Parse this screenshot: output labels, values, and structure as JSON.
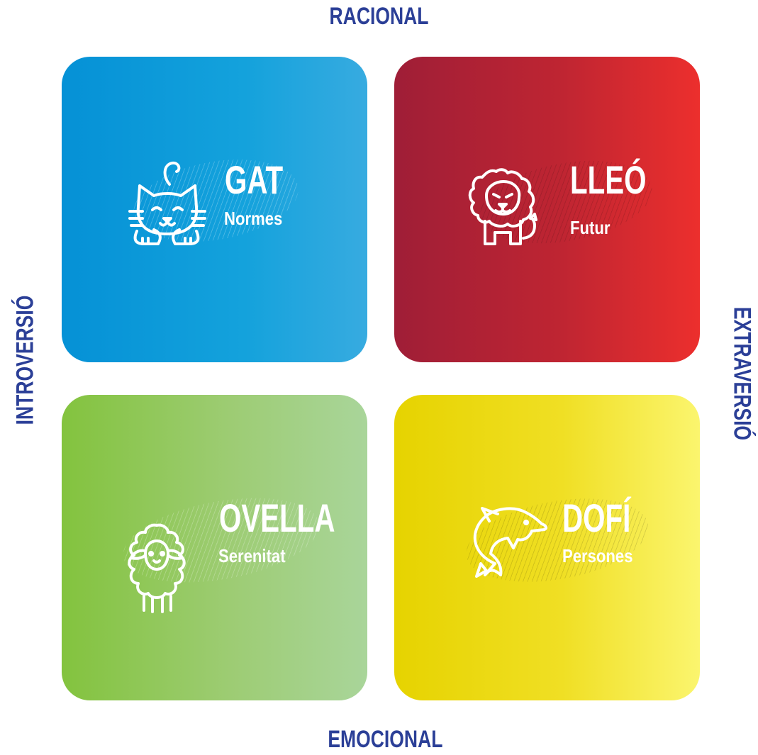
{
  "axes": {
    "top": "RACIONAL",
    "bottom": "EMOCIONAL",
    "left": "INTROVERSIÓ",
    "right": "EXTRAVERSIÓ"
  },
  "quadrants": [
    {
      "title": "GAT",
      "subtitle": "Normes",
      "icon": "cat-icon",
      "color": "#0591d6"
    },
    {
      "title": "LLEÓ",
      "subtitle": "Futur",
      "icon": "lion-icon",
      "color": "#c4262f"
    },
    {
      "title": "OVELLA",
      "subtitle": "Serenitat",
      "icon": "sheep-icon",
      "color": "#8fc653"
    },
    {
      "title": "DOFÍ",
      "subtitle": "Persones",
      "icon": "dolphin-icon",
      "color": "#eed90b"
    }
  ],
  "colors": {
    "axis_text": "#2b3f97",
    "card_text": "#ffffff"
  }
}
